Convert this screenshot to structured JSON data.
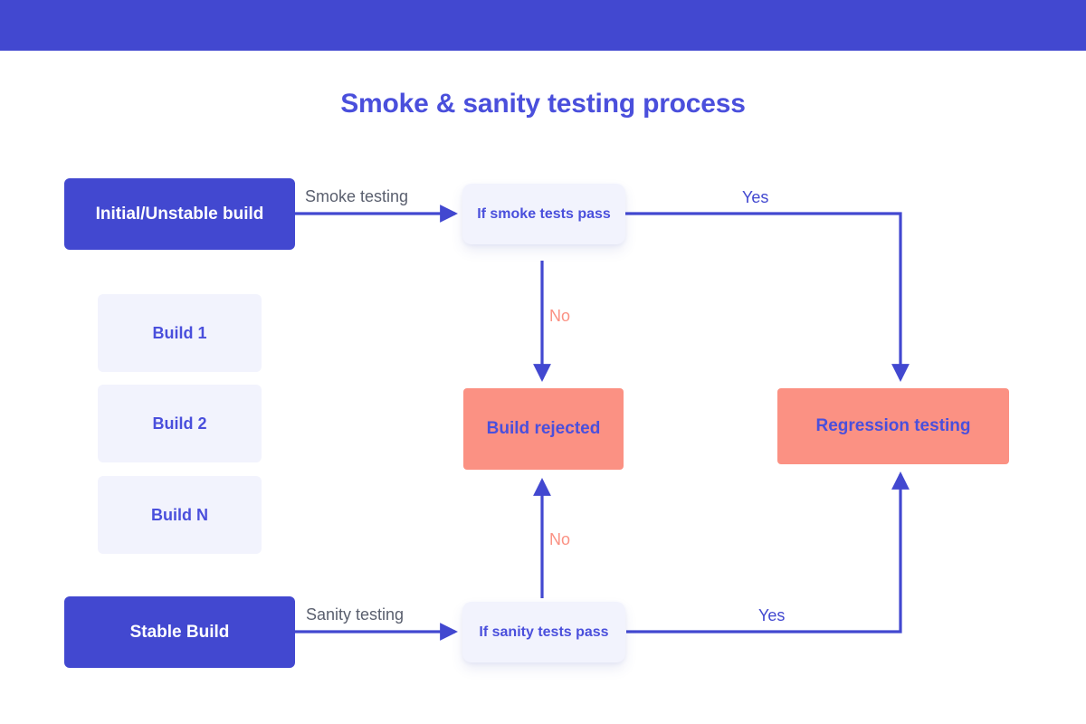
{
  "header": {
    "bar_color": "#4248d0"
  },
  "page": {
    "title": "Smoke & sanity testing process",
    "background": "#ffffff"
  },
  "colors": {
    "brand_blue": "#4248d0",
    "title_blue": "#4a4fdc",
    "light_lavender": "#f2f3fd",
    "coral": "#fb9183",
    "label_gray": "#5a5f6e"
  },
  "nodes": [
    {
      "id": "initial-unstable-build",
      "label": "Initial/Unstable build",
      "style": "solid"
    },
    {
      "id": "build-1",
      "label": "Build 1",
      "style": "light"
    },
    {
      "id": "build-2",
      "label": "Build 2",
      "style": "light"
    },
    {
      "id": "build-n",
      "label": "Build N",
      "style": "light"
    },
    {
      "id": "stable-build",
      "label": "Stable Build",
      "style": "solid"
    },
    {
      "id": "if-smoke-tests-pass",
      "label": "If smoke tests pass",
      "style": "decision"
    },
    {
      "id": "if-sanity-tests-pass",
      "label": "If sanity tests pass",
      "style": "decision"
    },
    {
      "id": "build-rejected",
      "label": "Build rejected",
      "style": "danger"
    },
    {
      "id": "regression-testing",
      "label": "Regression testing",
      "style": "danger"
    }
  ],
  "edge_labels": {
    "smoke_testing": "Smoke testing",
    "sanity_testing": "Sanity testing",
    "yes_top": "Yes",
    "yes_bottom": "Yes",
    "no_top": "No",
    "no_bottom": "No"
  },
  "chart_data": {
    "type": "diagram",
    "title": "Smoke & sanity testing process",
    "nodes": [
      "Initial/Unstable build",
      "Build 1",
      "Build 2",
      "Build N",
      "Stable Build",
      "If smoke tests pass",
      "If sanity tests pass",
      "Build rejected",
      "Regression testing"
    ],
    "edges": [
      {
        "from": "Initial/Unstable build",
        "to": "If smoke tests pass",
        "label": "Smoke testing"
      },
      {
        "from": "If smoke tests pass",
        "to": "Regression testing",
        "label": "Yes"
      },
      {
        "from": "If smoke tests pass",
        "to": "Build rejected",
        "label": "No"
      },
      {
        "from": "Stable Build",
        "to": "If sanity tests pass",
        "label": "Sanity testing"
      },
      {
        "from": "If sanity tests pass",
        "to": "Regression testing",
        "label": "Yes"
      },
      {
        "from": "If sanity tests pass",
        "to": "Build rejected",
        "label": "No"
      }
    ]
  }
}
